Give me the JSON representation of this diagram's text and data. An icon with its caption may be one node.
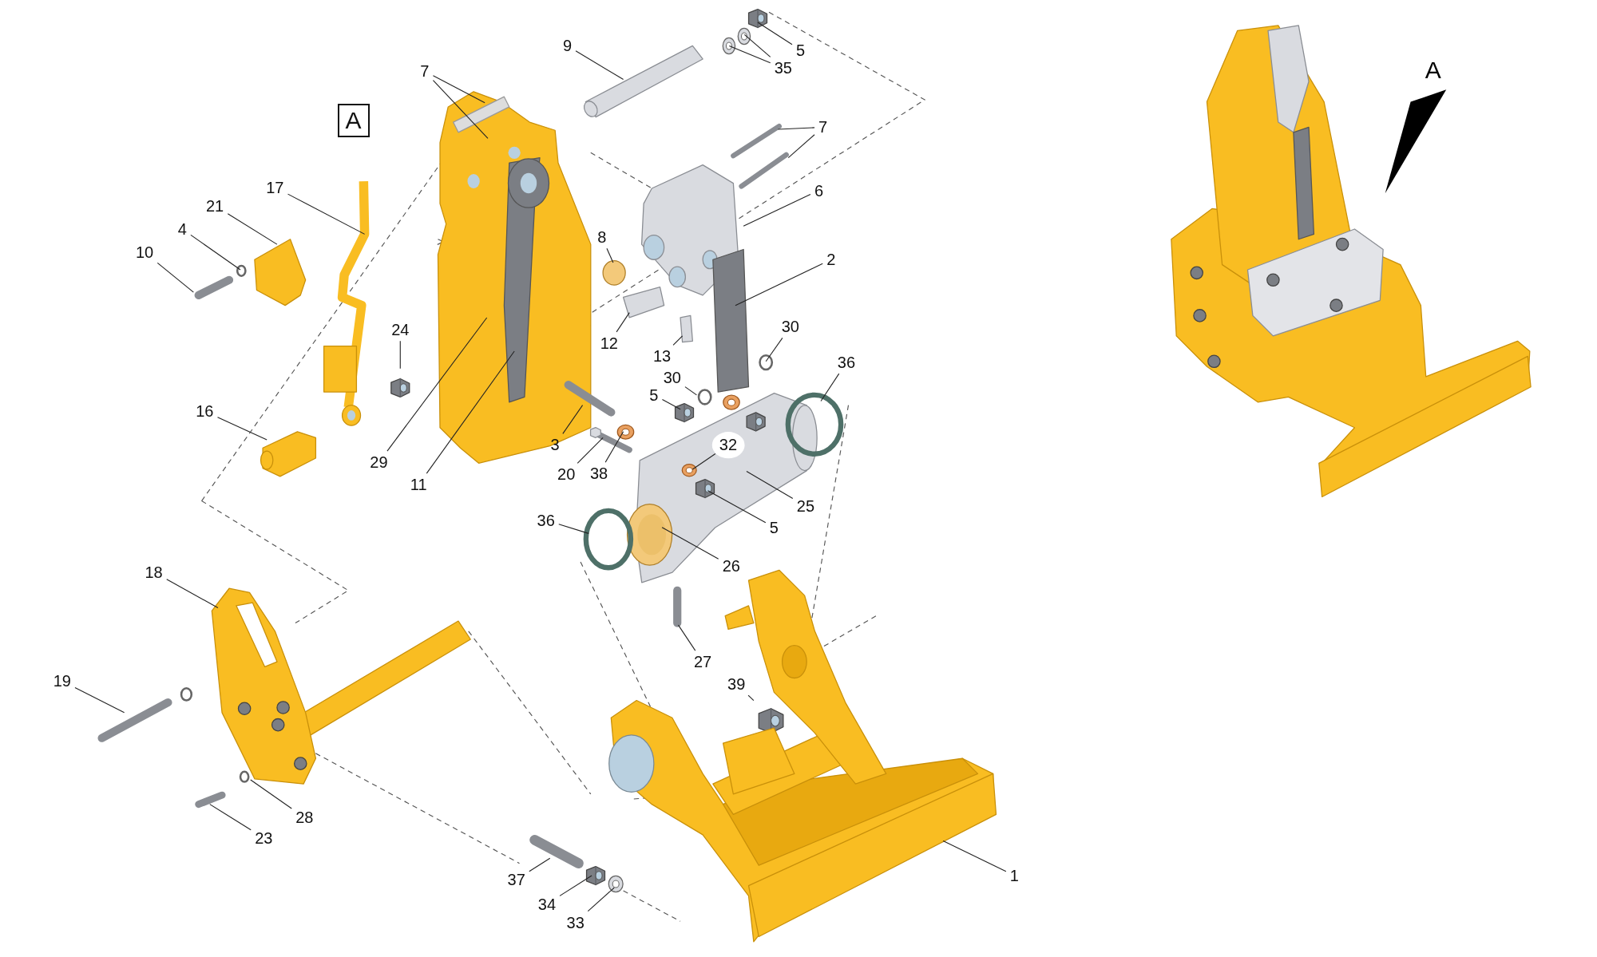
{
  "diagram": {
    "nodes": [
      {
        "text": [
          "A"
        ]
      },
      {
        "text": [
          "7"
        ]
      },
      {
        "text": [
          "9"
        ]
      },
      {
        "text": [
          "5"
        ]
      },
      {
        "text": [
          "35"
        ]
      },
      {
        "text": [
          "7"
        ]
      },
      {
        "text": [
          "6"
        ]
      },
      {
        "text": [
          "21"
        ]
      },
      {
        "text": [
          "17"
        ]
      },
      {
        "text": [
          "4"
        ]
      },
      {
        "text": [
          "10"
        ]
      },
      {
        "text": [
          "8"
        ]
      },
      {
        "text": [
          "2"
        ]
      },
      {
        "text": [
          "12"
        ]
      },
      {
        "text": [
          "30"
        ]
      },
      {
        "text": [
          "24"
        ]
      },
      {
        "text": [
          "13"
        ]
      },
      {
        "text": [
          "30"
        ]
      },
      {
        "text": [
          "5"
        ]
      },
      {
        "text": [
          "36"
        ]
      },
      {
        "text": [
          "16"
        ]
      },
      {
        "text": [
          "29"
        ]
      },
      {
        "text": [
          "11"
        ]
      },
      {
        "text": [
          "3"
        ]
      },
      {
        "text": [
          "32"
        ],
        "in": 43
      },
      {
        "text": [
          "20"
        ]
      },
      {
        "text": [
          "38"
        ]
      },
      {
        "text": [
          "25"
        ]
      },
      {
        "text": [
          "5"
        ]
      },
      {
        "text": [
          "36"
        ]
      },
      {
        "text": [
          "26"
        ]
      },
      {
        "text": [
          "18"
        ]
      },
      {
        "text": [
          "27"
        ]
      },
      {
        "text": [
          "19"
        ]
      },
      {
        "text": [
          "39"
        ]
      },
      {
        "text": [
          "28"
        ]
      },
      {
        "text": [
          "23"
        ]
      },
      {
        "text": [
          "1"
        ]
      },
      {
        "text": [
          "37"
        ]
      },
      {
        "text": [
          "34"
        ]
      },
      {
        "text": [
          "33"
        ]
      },
      {
        "text": [],
        "shape": "picture"
      },
      {
        "text": [],
        "shape": "picture"
      },
      {
        "text": [],
        "shape": "picture"
      },
      {
        "text": [],
        "shape": "picture",
        "in": 43
      },
      {
        "text": [],
        "shape": "picture"
      },
      {
        "text": [],
        "shape": "picture"
      },
      {
        "text": [],
        "shape": "picture"
      },
      {
        "text": [],
        "shape": "picture"
      },
      {
        "text": [],
        "shape": "circle"
      },
      {
        "text": [],
        "shape": "picture",
        "in": 43
      },
      {
        "text": [],
        "shape": "picture"
      },
      {
        "text": [],
        "shape": "picture"
      },
      {
        "text": [],
        "shape": "picture",
        "in": 43
      },
      {
        "text": [],
        "shape": "circle"
      }
    ],
    "edges": [
      {
        "from": 1,
        "to": null,
        "arrow": "none"
      },
      {
        "from": 1,
        "to": null,
        "arrow": "none"
      },
      {
        "from": 2,
        "to": null,
        "arrow": "none"
      },
      {
        "from": 3,
        "to": 41,
        "arrow": "none"
      },
      {
        "from": 4,
        "to": 46,
        "arrow": "none"
      },
      {
        "from": 4,
        "to": 47,
        "arrow": "none"
      },
      {
        "from": 5,
        "to": null,
        "arrow": "none"
      },
      {
        "from": 5,
        "to": null,
        "arrow": "none"
      },
      {
        "from": 6,
        "to": null,
        "arrow": "none"
      },
      {
        "from": 7,
        "to": null,
        "arrow": "none"
      },
      {
        "from": 8,
        "to": null,
        "arrow": "none"
      },
      {
        "from": 9,
        "to": null,
        "arrow": "none"
      },
      {
        "from": 10,
        "to": null,
        "arrow": "none"
      },
      {
        "from": 11,
        "to": null,
        "arrow": "none"
      },
      {
        "from": 12,
        "to": null,
        "arrow": "none"
      },
      {
        "from": 13,
        "to": null,
        "arrow": "none"
      },
      {
        "from": 14,
        "to": null,
        "arrow": "none"
      },
      {
        "from": 15,
        "to": null,
        "arrow": "none"
      },
      {
        "from": 16,
        "to": null,
        "arrow": "none"
      },
      {
        "from": 17,
        "to": null,
        "arrow": "none"
      },
      {
        "from": 18,
        "to": 48,
        "arrow": "none"
      },
      {
        "from": 19,
        "to": 49,
        "arrow": "none"
      },
      {
        "from": 20,
        "to": null,
        "arrow": "none"
      },
      {
        "from": 21,
        "to": null,
        "arrow": "none"
      },
      {
        "from": 22,
        "to": null,
        "arrow": "none"
      },
      {
        "from": 23,
        "to": null,
        "arrow": "none"
      },
      {
        "from": 24,
        "to": 50,
        "arrow": "none"
      },
      {
        "from": 25,
        "to": 42,
        "arrow": "none"
      },
      {
        "from": 26,
        "to": 51,
        "arrow": "none"
      },
      {
        "from": 27,
        "to": 43,
        "arrow": "none"
      },
      {
        "from": 28,
        "to": 44,
        "arrow": "none"
      },
      {
        "from": 29,
        "to": 54,
        "arrow": "none"
      },
      {
        "from": 30,
        "to": 53,
        "arrow": "none"
      },
      {
        "from": 31,
        "to": null,
        "arrow": "none"
      },
      {
        "from": 32,
        "to": null,
        "arrow": "none"
      },
      {
        "from": 33,
        "to": null,
        "arrow": "none"
      },
      {
        "from": 34,
        "to": null,
        "arrow": "none"
      },
      {
        "from": 35,
        "to": null,
        "arrow": "none"
      },
      {
        "from": 36,
        "to": null,
        "arrow": "none"
      },
      {
        "from": 37,
        "to": null,
        "arrow": "none"
      },
      {
        "from": 38,
        "to": null,
        "arrow": "none"
      },
      {
        "from": 39,
        "to": 45,
        "arrow": "none"
      },
      {
        "from": 40,
        "to": 52,
        "arrow": "none"
      }
    ],
    "labels": [
      "A"
    ]
  }
}
